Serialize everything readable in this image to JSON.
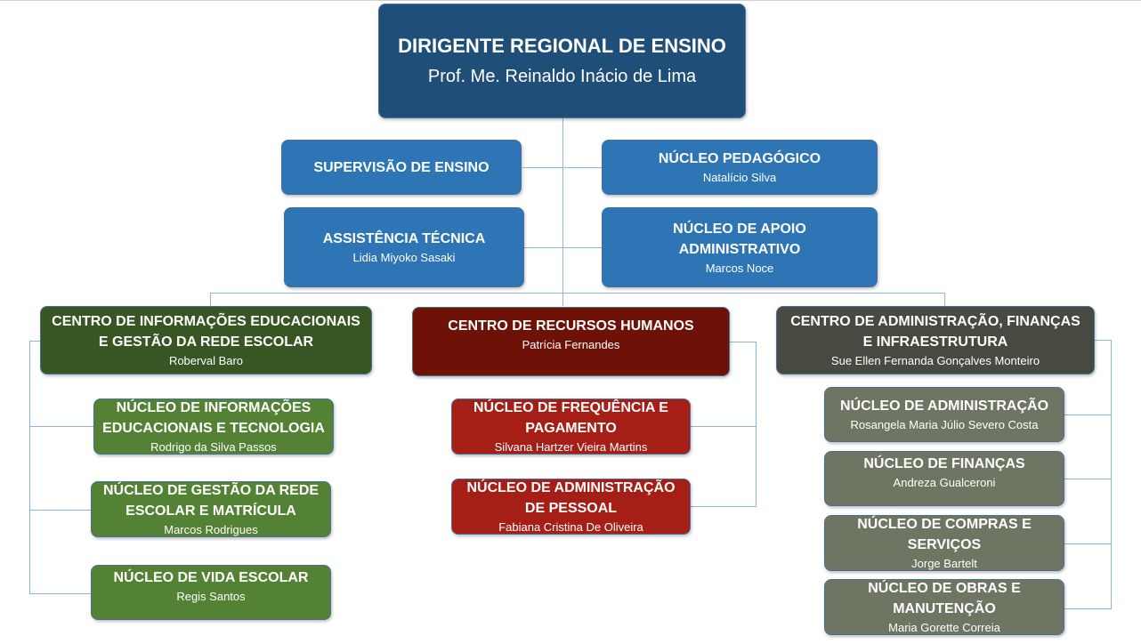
{
  "director": {
    "title": "DIRIGENTE REGIONAL DE ENSINO",
    "name": "Prof. Me. Reinaldo Inácio de Lima"
  },
  "staff": {
    "supervisao": {
      "title": "SUPERVISÃO DE ENSINO"
    },
    "pedagogico": {
      "title": "NÚCLEO PEDAGÓGICO",
      "name": "Natalício Silva"
    },
    "assistencia": {
      "title": "ASSISTÊNCIA TÉCNICA",
      "name": "Lidia Miyoko Sasaki"
    },
    "apoio": {
      "title_1": "NÚCLEO DE APOIO",
      "title_2": "ADMINISTRATIVO",
      "name": "Marcos Noce"
    }
  },
  "centers": [
    {
      "title_1": "CENTRO DE INFORMAÇÕES EDUCACIONAIS",
      "title_2": "E GESTÃO DA REDE ESCOLAR",
      "name": "Roberval Baro",
      "units": [
        {
          "title_1": "NÚCLEO DE INFORMAÇÕES",
          "title_2": "EDUCACIONAIS E TECNOLOGIA",
          "name": "Rodrigo da Silva Passos"
        },
        {
          "title_1": "NÚCLEO DE GESTÃO DA REDE",
          "title_2": "ESCOLAR E MATRÍCULA",
          "name": "Marcos Rodrigues"
        },
        {
          "title_1": "NÚCLEO DE VIDA ESCOLAR",
          "name": "Regis Santos"
        }
      ]
    },
    {
      "title_1": "CENTRO DE RECURSOS HUMANOS",
      "name": "Patrícia Fernandes",
      "units": [
        {
          "title_1": "NÚCLEO DE FREQUÊNCIA E",
          "title_2": "PAGAMENTO",
          "name": "Silvana Hartzer Vieira Martins"
        },
        {
          "title_1": "NÚCLEO DE ADMINISTRAÇÃO",
          "title_2": "DE PESSOAL",
          "name": "Fabiana Cristina De Oliveira"
        }
      ]
    },
    {
      "title_1": "CENTRO DE ADMINISTRAÇÃO, FINANÇAS",
      "title_2": "E INFRAESTRUTURA",
      "name": "Sue Ellen Fernanda Gonçalves Monteiro",
      "units": [
        {
          "title_1": "NÚCLEO DE ADMINISTRAÇÃO",
          "name": "Rosangela Maria Júlio Severo Costa"
        },
        {
          "title_1": "NÚCLEO DE FINANÇAS",
          "name": "Andreza Gualceroni"
        },
        {
          "title_1": "NÚCLEO DE COMPRAS E",
          "title_2": "SERVIÇOS",
          "name": "Jorge Bartelt"
        },
        {
          "title_1": "NÚCLEO DE OBRAS E",
          "title_2": "MANUTENÇÃO",
          "name": "Maria Gorette Correia"
        }
      ]
    }
  ],
  "colors": {
    "director": "#1f4e79",
    "staff": "#2e75b6",
    "center_1": "#375623",
    "unit_1": "#548235",
    "center_2": "#6e1208",
    "unit_2": "#a51f16",
    "center_3": "#464a40",
    "unit_3": "#6f7563",
    "connector": "#8db3e2"
  }
}
